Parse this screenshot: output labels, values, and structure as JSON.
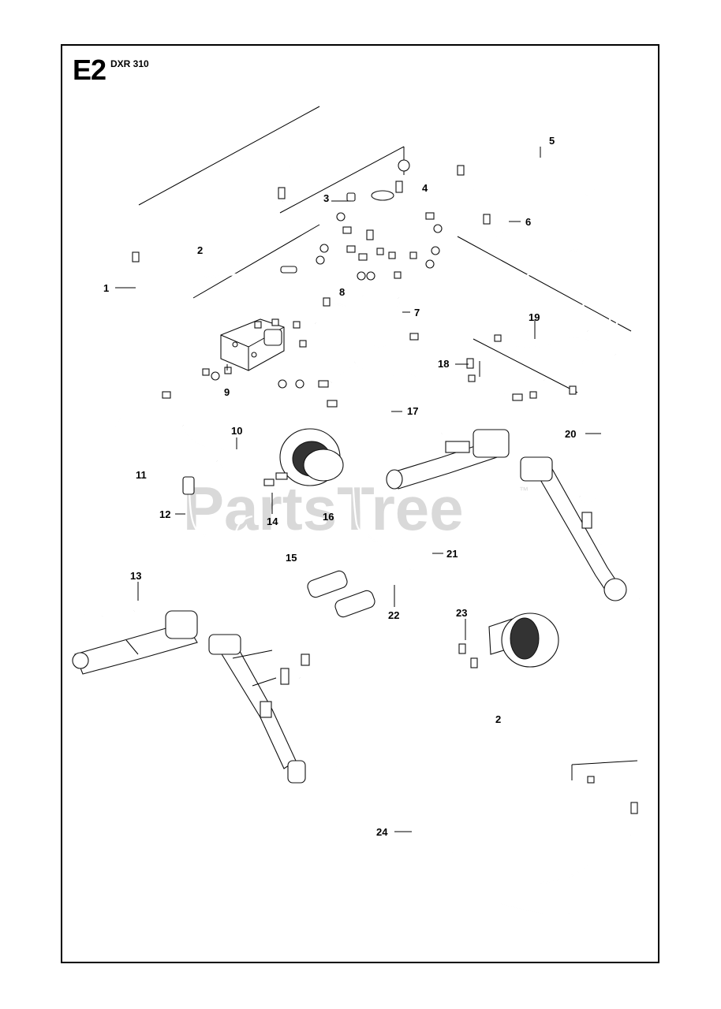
{
  "header": {
    "section_code": "E2",
    "model": "DXR 310"
  },
  "watermark": {
    "text": "PartsTree",
    "trademark": "™"
  },
  "callouts": [
    {
      "id": "1",
      "label": "1"
    },
    {
      "id": "2a",
      "label": "2"
    },
    {
      "id": "2b",
      "label": "2"
    },
    {
      "id": "3",
      "label": "3"
    },
    {
      "id": "4",
      "label": "4"
    },
    {
      "id": "5",
      "label": "5"
    },
    {
      "id": "6",
      "label": "6"
    },
    {
      "id": "7",
      "label": "7"
    },
    {
      "id": "8",
      "label": "8"
    },
    {
      "id": "9",
      "label": "9"
    },
    {
      "id": "10",
      "label": "10"
    },
    {
      "id": "11",
      "label": "11"
    },
    {
      "id": "12",
      "label": "12"
    },
    {
      "id": "13",
      "label": "13"
    },
    {
      "id": "14",
      "label": "14"
    },
    {
      "id": "15",
      "label": "15"
    },
    {
      "id": "16",
      "label": "16"
    },
    {
      "id": "17",
      "label": "17"
    },
    {
      "id": "18",
      "label": "18"
    },
    {
      "id": "19",
      "label": "19"
    },
    {
      "id": "20",
      "label": "20"
    },
    {
      "id": "21",
      "label": "21"
    },
    {
      "id": "22",
      "label": "22"
    },
    {
      "id": "23",
      "label": "23"
    },
    {
      "id": "24",
      "label": "24"
    }
  ]
}
